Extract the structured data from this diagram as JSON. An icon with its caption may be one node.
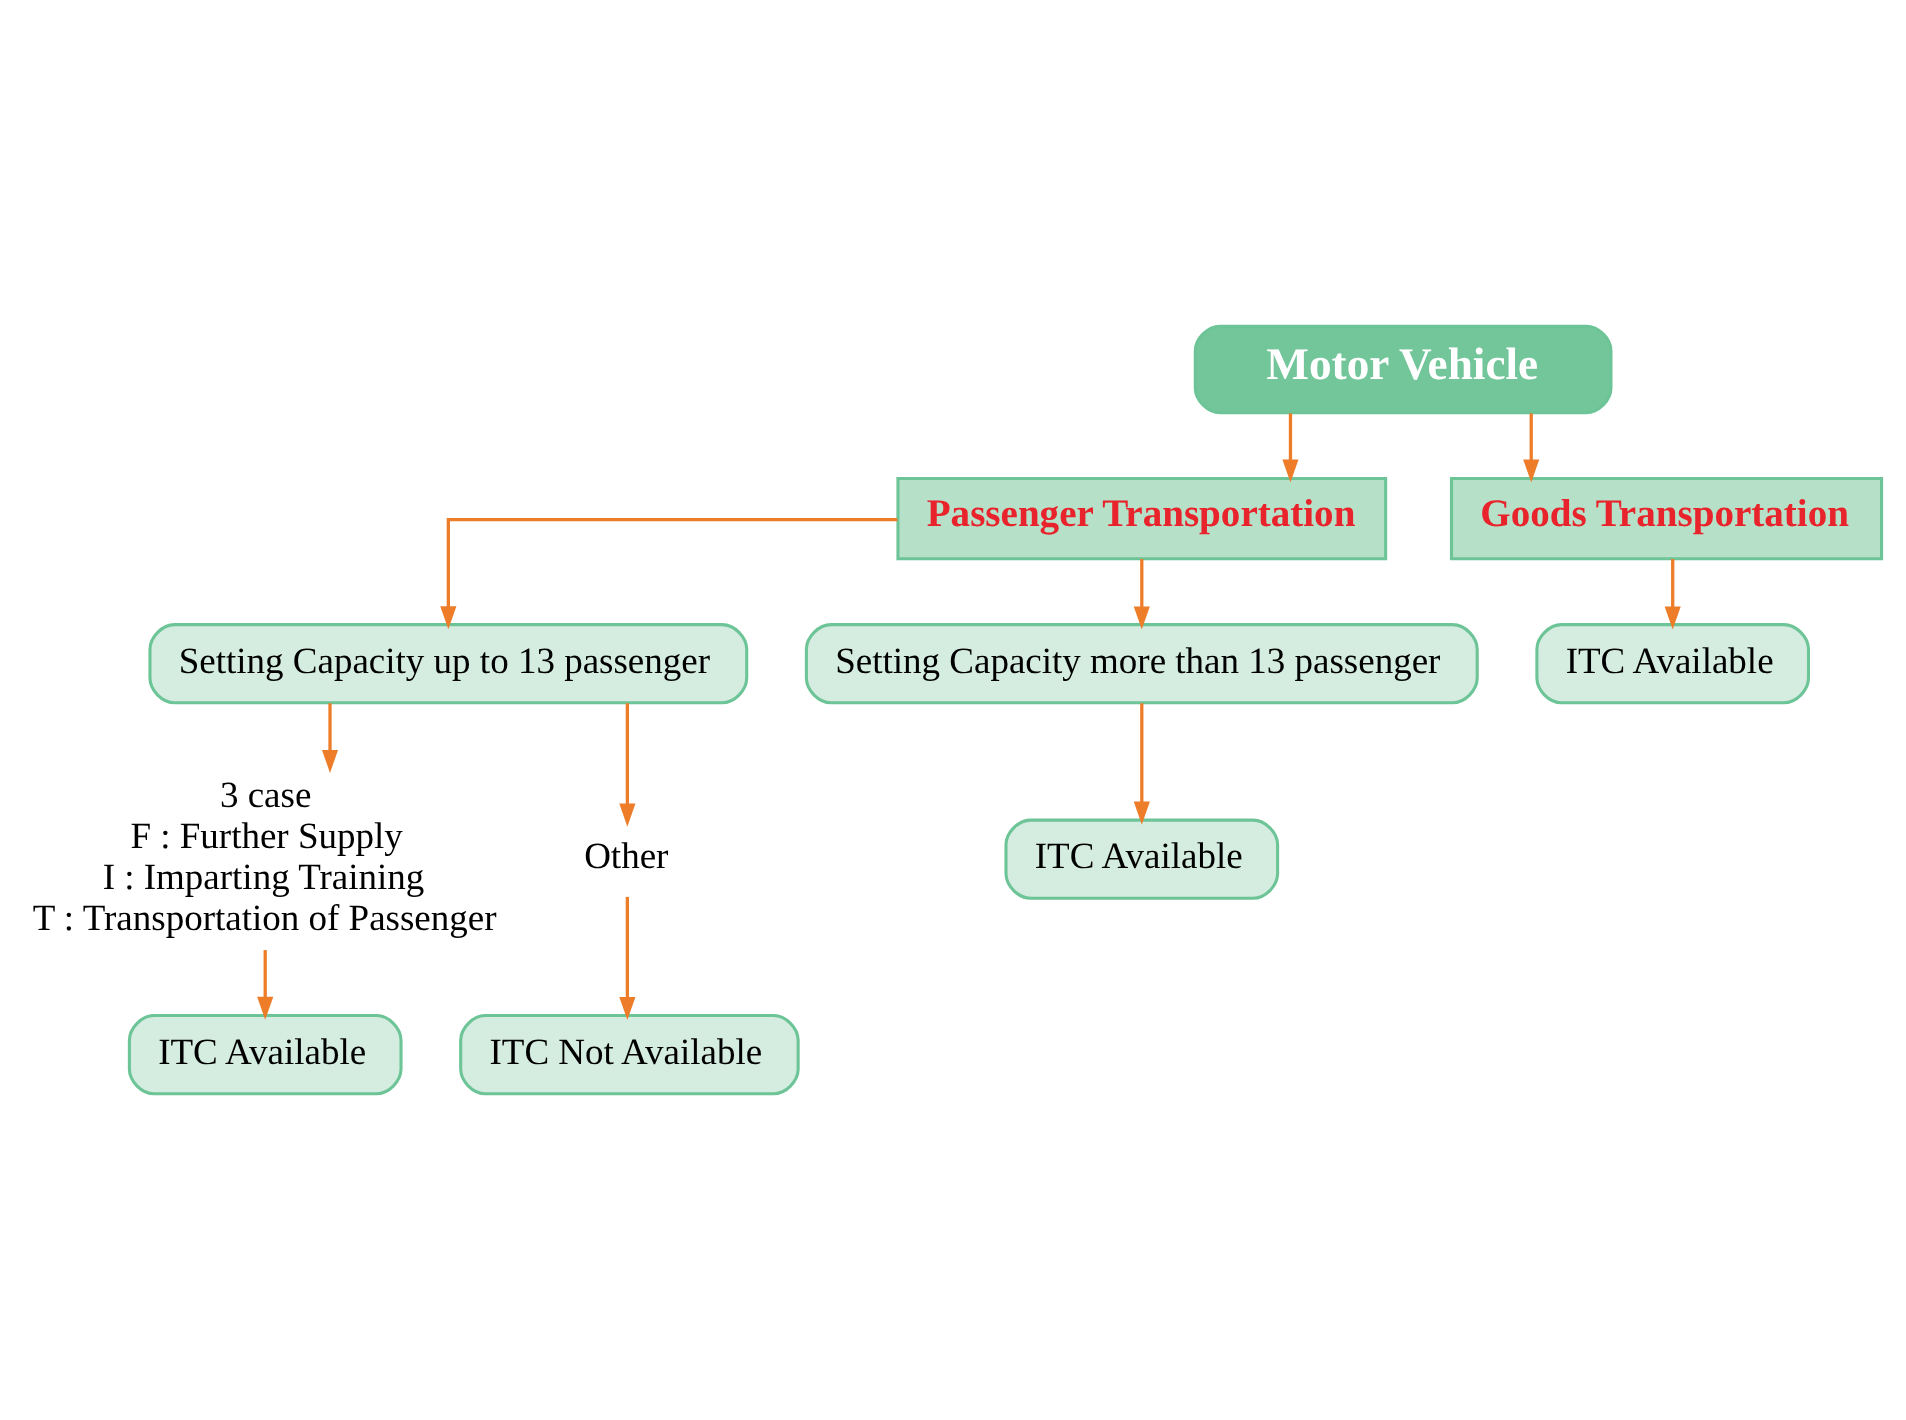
{
  "diagram": {
    "nodes": [
      {
        "text": [
          "Motor Vehicle"
        ]
      },
      {
        "text": [
          "Passenger Transportation"
        ]
      },
      {
        "text": [
          "Goods Transportation"
        ]
      },
      {
        "text": [
          "ITC Available"
        ]
      },
      {
        "text": [
          "Setting Capacity up to 13 passenger"
        ]
      },
      {
        "text": [
          "Setting Capacity more than 13 passenger"
        ]
      },
      {
        "text": [
          "3 case",
          "F : Further Supply",
          "I : Imparting Training",
          "T : Transportation of Passenger"
        ]
      },
      {
        "text": [
          "Other"
        ]
      },
      {
        "text": [
          "ITC Available"
        ]
      },
      {
        "text": [
          "ITC Not Available"
        ]
      },
      {
        "text": [
          "ITC Available"
        ]
      }
    ],
    "edges": [
      {
        "from": 0,
        "to": 1,
        "arrow": "to"
      },
      {
        "from": 0,
        "to": 2,
        "arrow": "to"
      },
      {
        "from": 2,
        "to": 3,
        "arrow": "to"
      },
      {
        "from": 1,
        "to": 4,
        "arrow": "to"
      },
      {
        "from": 1,
        "to": 5,
        "arrow": "to"
      },
      {
        "from": 5,
        "to": 8,
        "arrow": "to"
      },
      {
        "from": 4,
        "to": 6,
        "arrow": "to"
      },
      {
        "from": 4,
        "to": 7,
        "arrow": "to"
      },
      {
        "from": 7,
        "to": 9,
        "arrow": "to"
      },
      {
        "from": 6,
        "to": 10,
        "arrow": "to"
      }
    ]
  }
}
